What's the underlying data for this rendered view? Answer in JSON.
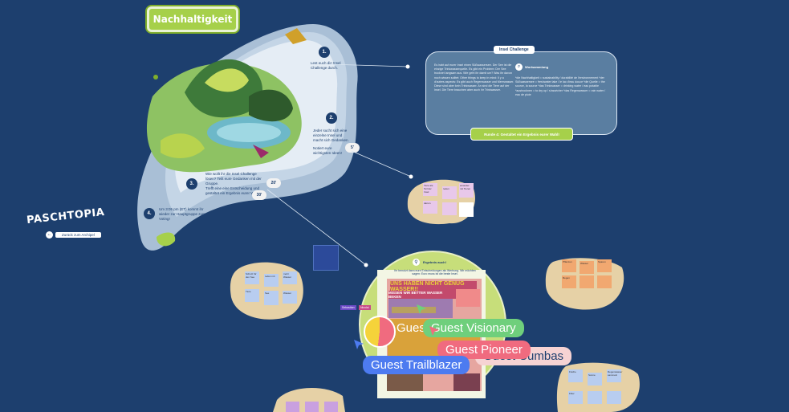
{
  "board": {
    "title": "Nachhaltigkeit",
    "logo": "PASCHTOPIA",
    "back_label": "Zurück zum Archipel"
  },
  "island_steps": [
    {
      "num": "1.",
      "text": "Lest euch die Insel Challenge durch."
    },
    {
      "num": "2.",
      "text": "Jeder sucht sich eine einzelne Insel und macht sich Gedanken."
    },
    {
      "num": "",
      "text": "Notiert eure wichtigsten Ideen!"
    },
    {
      "num": "3.",
      "text": "Wie wollt ihr die Insel Challenge lösen? Teilt eure Gedanken mit der Gruppe."
    },
    {
      "num": "",
      "text": "Trefft eine eine Entscheidung und gestaltet ein Ergebnis eurer Wahl."
    },
    {
      "num": "4.",
      "text": "Um 3:05 pm (ET) kommt ihr wieder zur Hauptgruppe zum Voting!"
    }
  ],
  "times": [
    "5'",
    "20'",
    "30'"
  ],
  "challenge": {
    "chip": "Insel Challenge",
    "left_text": "Es habt auf eurer Insel einen Süßwassersee. Der See ist die einzige Trinkwasserquelle. Es gibt ein Problem: Der See trocknet langsam aus. Wie geht ihr damit um? Was ihr davon noch wissen solltet: Other things to keep in mind: Il y a d'autres aspects: Es gibt auch Regenwasser und Meerwasser. Diese sind aber kein Trinkwasser. An sind die Tiere auf der Insel. Die Tiere brauchen aber auch ihr Trinkwasser.",
    "right_title": "Wortsammlung",
    "right_text": "*die Nachhaltigkeit = sustainability / durabilité de l'environnement *der Süßwassersee = freshwater lake / le lac d'eau douce *die Quelle = the source, la source *das Trinkwasser = drinking water / eau potable *austrocknen = to dry up / s'assécher *das Regenwasser = rain water / eau de pluie",
    "footer": "Runde 4: Gestaltet ein Ergebnis eurer Wahl!"
  },
  "result": {
    "pin_label": "Ergebnis auch!",
    "intro": "Ihr benutzt dann eure Entscheidungen als Werbung. Wir möchten sagen: Euro muss ist die beste Insel.",
    "poster_headline": "UNS HABEN NICHT GENUG WASSER!!",
    "poster_sub": "MISSEN WIR BETTER WASSER BEKEN"
  },
  "cursors": [
    {
      "name": "Guest Visionary",
      "color": "#6fcf7c"
    },
    {
      "name": "Guest Pioneer",
      "color": "#f06b7f"
    },
    {
      "name": "Guest Trailblazer",
      "color": "#4d7bf0"
    }
  ],
  "hidden_name": "Guest Cumbas",
  "partial_text": "Gues",
  "tiny_tags": [
    "Sebastian",
    "Nicolai"
  ],
  "sticky_notes": {
    "top": [
      "Tiere als Teil der Insel",
      "reden",
      "einander mit Tieren",
      "darum"
    ],
    "left": [
      "Schutz für den See",
      "reden mit",
      "mehr Wasser",
      "Tiere",
      "See",
      "Wasser"
    ],
    "right": [
      "Pflanzen",
      "Wasser",
      "Sparen",
      "Regen"
    ],
    "bottom_right": [
      "Fische",
      "Sonne",
      "Regenwasser sammeln",
      "Filter"
    ]
  },
  "colors": {
    "background": "#1d3f6e",
    "accent_green": "#a6d04a",
    "challenge_panel": "#5a7ea1"
  }
}
